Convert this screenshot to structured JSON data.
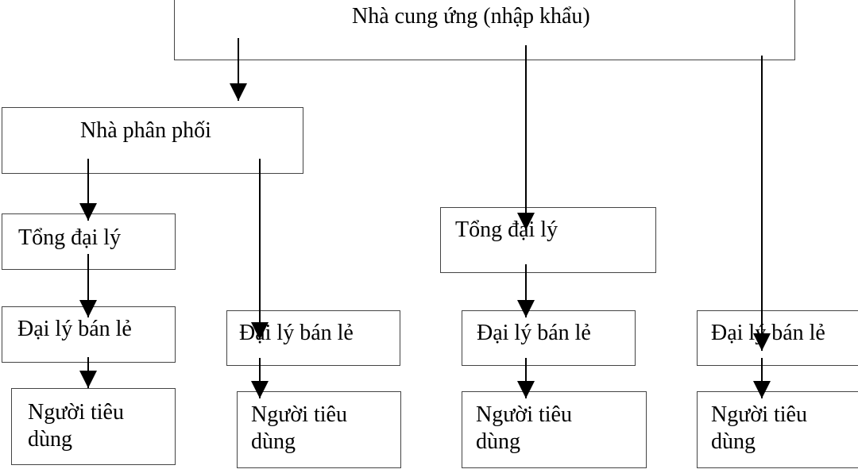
{
  "diagram": {
    "supplier": "Nhà cung ứng (nhập khẩu)",
    "distributor": "Nhà phân phối",
    "general_agent_left": "Tổng đại lý",
    "general_agent_mid": "Tổng đại lý",
    "retailer_1": "Đại lý bán lẻ",
    "retailer_2": "Đại lý bán lẻ",
    "retailer_3": "Đại lý bán lẻ",
    "retailer_4": "Đại lý bán lẻ",
    "consumer_1": "Người tiêu dùng",
    "consumer_2": "Người tiêu dùng",
    "consumer_3": "Người tiêu dùng",
    "consumer_4": "Người tiêu dùng"
  },
  "colors": {
    "line": "#000000",
    "border": "#444444"
  }
}
